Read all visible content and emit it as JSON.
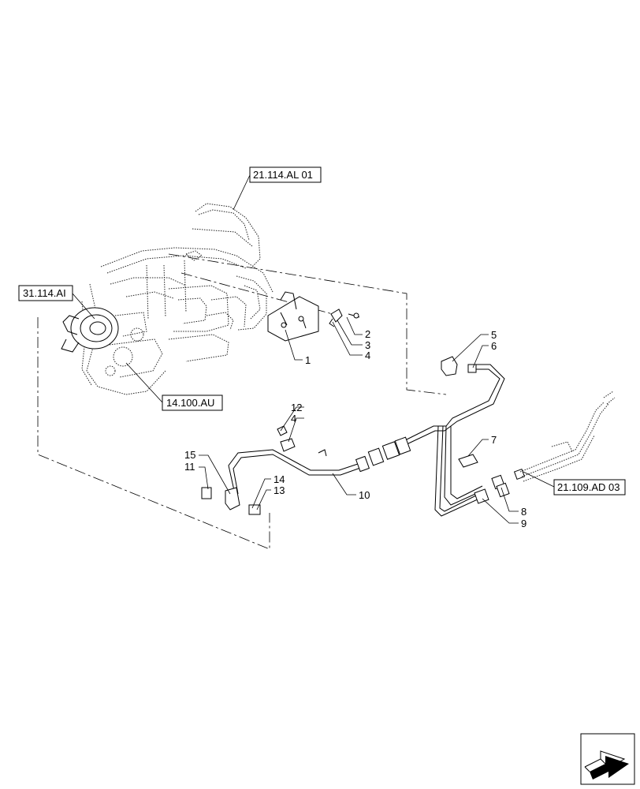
{
  "references": {
    "ref_top": "21.114.AL 01",
    "ref_left": "31.114.AI",
    "ref_bottom": "14.100.AU",
    "ref_right": "21.109.AD 03"
  },
  "callouts": {
    "c1": "1",
    "c2": "2",
    "c3": "3",
    "c4a": "4",
    "c5": "5",
    "c6": "6",
    "c7": "7",
    "c8": "8",
    "c9": "9",
    "c10": "10",
    "c11": "11",
    "c12": "12",
    "c4b": "4",
    "c13": "13",
    "c14": "14",
    "c15": "15"
  },
  "icons": {
    "corner": "next-page-arrow-icon",
    "transmission": "transmission-housing-icon"
  }
}
